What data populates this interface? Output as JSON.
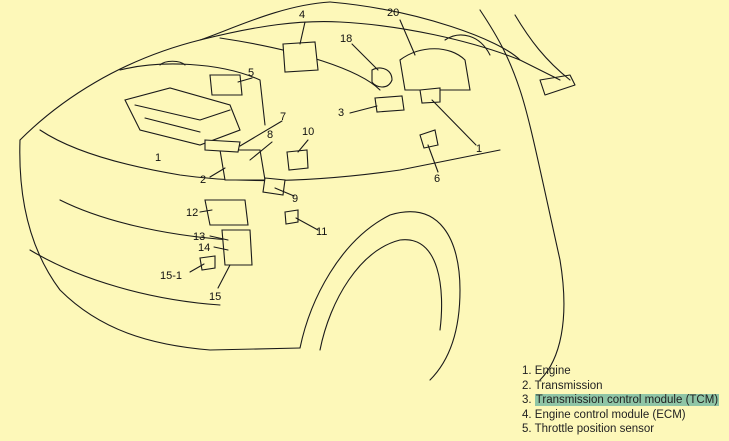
{
  "callouts": {
    "c1a": "1",
    "c1b": "1",
    "c2": "2",
    "c3": "3",
    "c4": "4",
    "c5": "5",
    "c6": "6",
    "c7": "7",
    "c8": "8",
    "c9": "9",
    "c10": "10",
    "c11": "11",
    "c12": "12",
    "c13": "13",
    "c14": "14",
    "c15": "15",
    "c15_1": "15-1",
    "c18": "18",
    "c20": "20"
  },
  "legend": [
    {
      "num": "1.",
      "label": "Engine"
    },
    {
      "num": "2.",
      "label": "Transmission"
    },
    {
      "num": "3.",
      "label": "Transmission control module (TCM)",
      "highlighted": true
    },
    {
      "num": "4.",
      "label": "Engine control module (ECM)"
    },
    {
      "num": "5.",
      "label": "Throttle position sensor"
    }
  ],
  "colors": {
    "background": "#fdf8b9",
    "highlight": "#8fc5a6"
  }
}
